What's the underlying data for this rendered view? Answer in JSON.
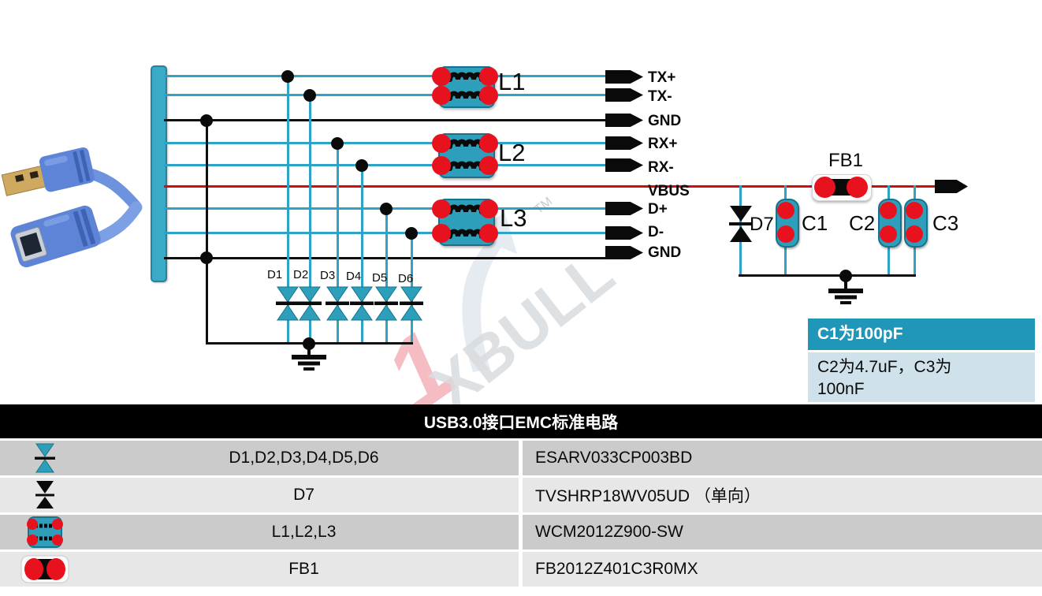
{
  "schematic": {
    "signals": [
      "TX+",
      "TX-",
      "GND",
      "RX+",
      "RX-",
      "VBUS",
      "D+",
      "D-",
      "GND"
    ],
    "chokes": [
      "L1",
      "L2",
      "L3"
    ],
    "diodes": [
      "D1",
      "D2",
      "D3",
      "D4",
      "D5",
      "D6"
    ],
    "tvs_label": "D7",
    "ferrite_label": "FB1",
    "cap_labels": [
      "C1",
      "C2",
      "C3"
    ]
  },
  "watermark": {
    "numeral": "1",
    "brand": "XBULL",
    "tm": "TM"
  },
  "note": {
    "header": "C1为100pF",
    "body": "C2为4.7uF，C3为100nF"
  },
  "table": {
    "title": "USB3.0接口EMC标准电路",
    "rows": [
      {
        "icon": "tvs-array-icon",
        "name": "D1,D2,D3,D4,D5,D6",
        "part": "ESARV033CP003BD"
      },
      {
        "icon": "tvs-single-icon",
        "name": "D7",
        "part": "TVSHRP18WV05UD （单向）"
      },
      {
        "icon": "common-mode-choke-icon",
        "name": "L1,L2,L3",
        "part": "WCM2012Z900-SW"
      },
      {
        "icon": "ferrite-bead-icon",
        "name": "FB1",
        "part": "FB2012Z401C3R0MX"
      }
    ]
  },
  "colors": {
    "wire_teal": "#2FA3C5",
    "vbus_red": "#CE0E0E",
    "component_teal": "#2E9FBA",
    "pad_red": "#E8121F",
    "note_header_bg": "#2097B8",
    "note_body_bg": "#CFE1EA",
    "row_dark": "#CBCBCB",
    "row_light": "#E7E7E7",
    "table_header_bg": "#000000"
  }
}
